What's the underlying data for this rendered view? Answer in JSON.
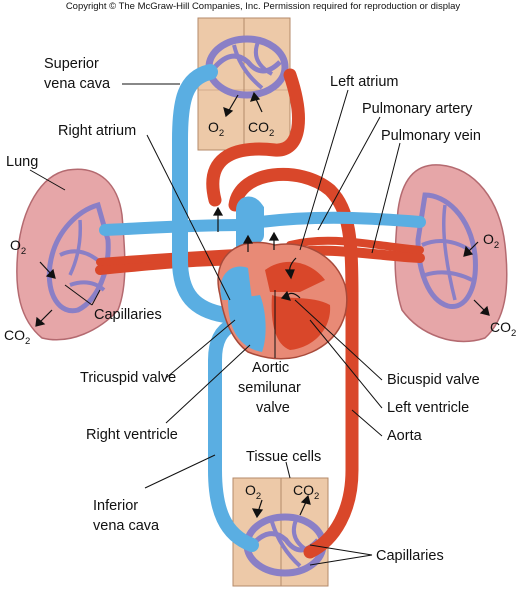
{
  "copyright": "Copyright © The McGraw-Hill Companies, Inc. Permission required for reproduction or display",
  "labels": {
    "superior_vena_cava": [
      "Superior",
      "vena cava"
    ],
    "left_atrium": "Left atrium",
    "pulmonary_artery": "Pulmonary artery",
    "pulmonary_vein": "Pulmonary vein",
    "right_atrium": "Right atrium",
    "lung": "Lung",
    "capillaries_lung": "Capillaries",
    "tricuspid_valve": "Tricuspid valve",
    "aortic_semilunar_valve": [
      "Aortic",
      "semilunar",
      "valve"
    ],
    "bicuspid_valve": "Bicuspid valve",
    "left_ventricle": "Left ventricle",
    "right_ventricle": "Right ventricle",
    "aorta": "Aorta",
    "tissue_cells": "Tissue cells",
    "inferior_vena_cava": [
      "Inferior",
      "vena cava"
    ],
    "capillaries_body": "Capillaries"
  },
  "gases": {
    "o2": "O",
    "co2": "CO",
    "subscript": "2"
  },
  "colors": {
    "deoxygenated": "#5aaee2",
    "oxygenated": "#d9472a",
    "capillary": "#8a7fc6",
    "tissue": "#edc9a8",
    "lung": "#e6a6a8",
    "heart": "#e88a76"
  }
}
